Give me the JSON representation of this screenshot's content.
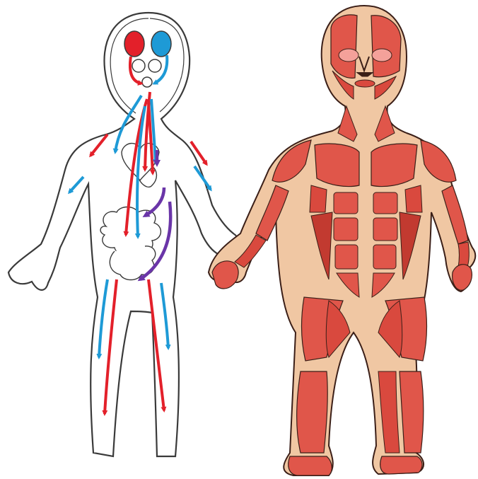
{
  "colors": {
    "background": "#ffffff",
    "outline": "#3a3a3a",
    "artery": "#e3202a",
    "vein": "#1e9ad6",
    "digestive": "#6a35a8",
    "muscle": "#e0564a",
    "muscle_dark": "#c23a30",
    "tendon": "#f0c7a3",
    "muscle_outline": "#3b1f18"
  },
  "figures": [
    {
      "id": "circulatory-figure",
      "icon": "circulation-diagram"
    },
    {
      "id": "muscular-figure",
      "icon": "muscle-anatomy-diagram"
    }
  ]
}
